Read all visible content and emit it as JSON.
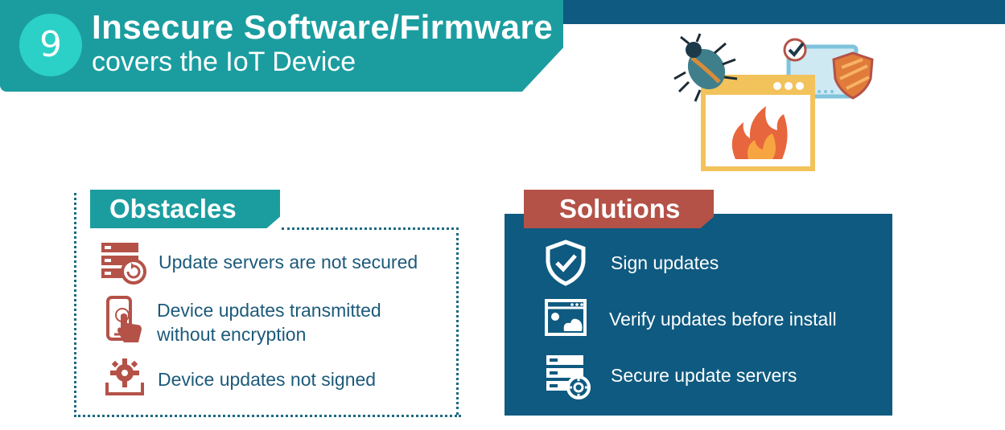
{
  "banner": {
    "number": "9",
    "title": "Insecure Software/Firmware",
    "subtitle": "covers the IoT Device"
  },
  "obstacles": {
    "header": "Obstacles",
    "items": [
      {
        "line1": "Update servers are not secured",
        "line2": "",
        "icon": "server-refresh-icon"
      },
      {
        "line1": "Device updates transmitted",
        "line2": "without encryption",
        "icon": "phone-touch-icon"
      },
      {
        "line1": "Device updates not signed",
        "line2": "",
        "icon": "gear-tray-icon"
      }
    ]
  },
  "solutions": {
    "header": "Solutions",
    "items": [
      {
        "label": "Sign updates",
        "icon": "shield-check-icon"
      },
      {
        "label": "Verify updates before install",
        "icon": "browser-gears-icon"
      },
      {
        "label": "Secure update servers",
        "icon": "server-gear-icon"
      }
    ]
  },
  "colors": {
    "teal": "#1b9da0",
    "navy": "#0f5a80",
    "red": "#b45248",
    "accent_circle": "#2bd0c6"
  }
}
